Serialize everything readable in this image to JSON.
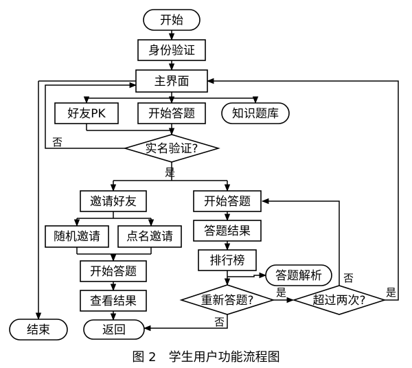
{
  "nodes": {
    "start": "开始",
    "identity_verify": "身份验证",
    "main_screen": "主界面",
    "friend_pk": "好友PK",
    "start_quiz_top": "开始答题",
    "knowledge_bank": "知识题库",
    "realname_verify": "实名验证?",
    "invite_friend": "邀请好友",
    "random_invite": "随机邀请",
    "named_invite": "点名邀请",
    "start_quiz_left": "开始答题",
    "view_results": "查看结果",
    "return": "返回",
    "end": "结束",
    "start_quiz_right": "开始答题",
    "quiz_results": "答题结果",
    "ranking": "排行榜",
    "answer_analysis": "答题解析",
    "retry_quiz": "重新答题?",
    "over_twice": "超过两次?"
  },
  "edge_labels": {
    "no": "否",
    "yes": "是"
  },
  "caption": "图 2　学生用户功能流程图"
}
